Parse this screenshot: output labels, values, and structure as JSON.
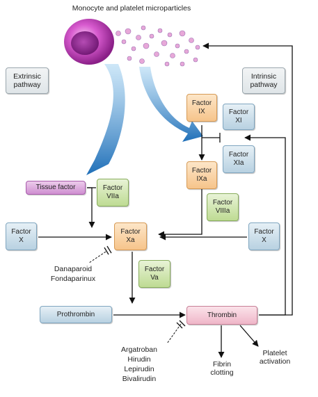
{
  "title": "Monocyte and platelet microparticles",
  "pathways": {
    "extrinsic": "Extrinsic\npathway",
    "intrinsic": "Intrinsic\npathway"
  },
  "nodes": {
    "factor_ix": "Factor\nIX",
    "factor_xi": "Factor\nXI",
    "factor_xia": "Factor\nXIa",
    "factor_ixa": "Factor\nIXa",
    "tissue_factor": "Tissue factor",
    "factor_viia": "Factor\nVIIa",
    "factor_viiia": "Factor\nVIIIa",
    "factor_x_left": "Factor\nX",
    "factor_xa": "Factor\nXa",
    "factor_x_right": "Factor\nX",
    "factor_va": "Factor\nVa",
    "prothrombin": "Prothrombin",
    "thrombin": "Thrombin"
  },
  "inhibitors": {
    "xa_inhibitors": "Danaparoid\nFondaparinux",
    "thrombin_inhibitors": "Argatroban\nHirudin\nLepirudin\nBivalirudin"
  },
  "outcomes": {
    "fibrin": "Fibrin\nclotting",
    "platelet": "Platelet\nactivation"
  },
  "colors": {
    "factor": "#c9dcea",
    "pathway": "#e6ebee",
    "ix_xa": "#f8d2a4",
    "cofactor": "#d1e6b2",
    "tissue_factor": "#dca6dd",
    "thrombin": "#f5cad7",
    "arrow": "#111111",
    "flow": "#3a8fd0"
  }
}
